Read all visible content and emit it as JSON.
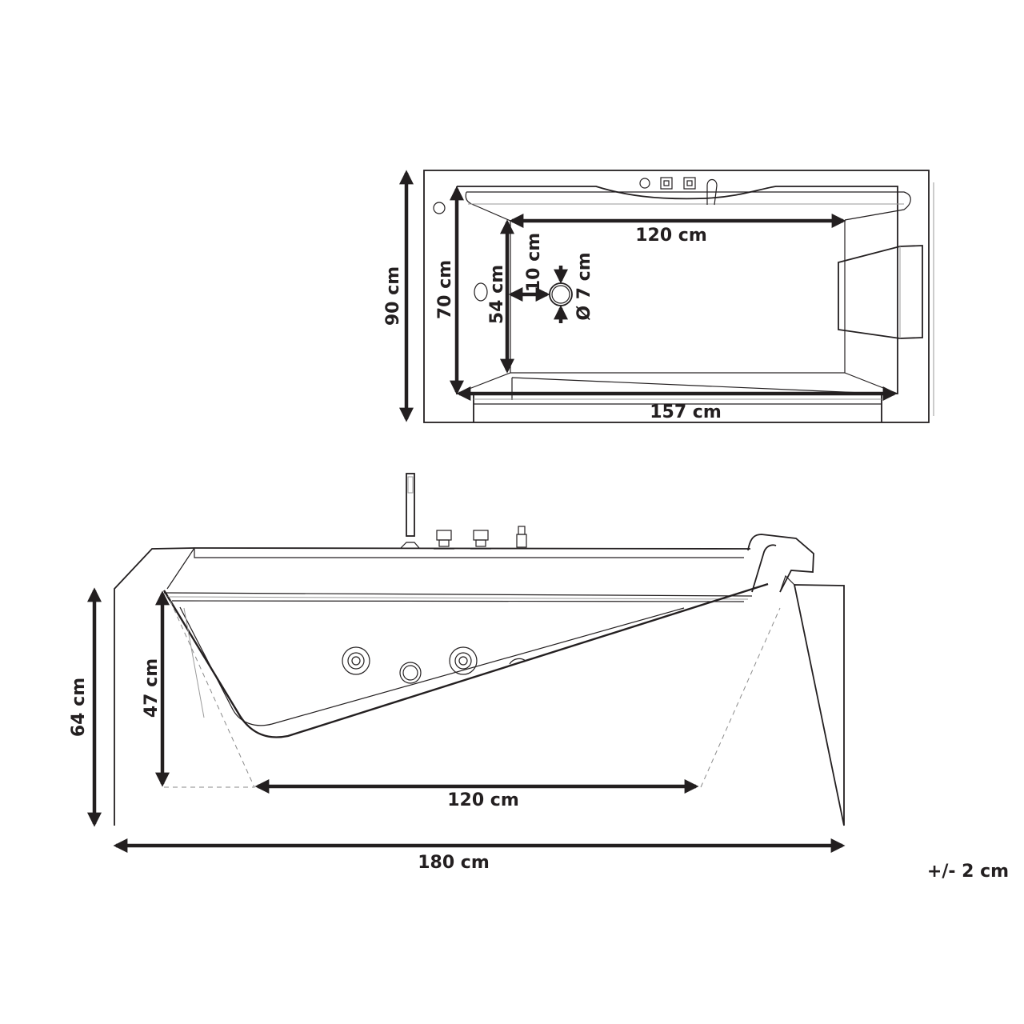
{
  "diagram": {
    "subject": "Rectangular whirlpool bathtub dimension drawing",
    "colors": {
      "line": "#231f20",
      "background": "#ffffff",
      "hidden_line": "#8a8a8a"
    },
    "top_view": {
      "dimensions": {
        "outer_width": "90 cm",
        "inner_width": "70 cm",
        "basin_width": "54 cm",
        "drain_offset": "10 cm",
        "drain_diameter": "Ø 7 cm",
        "basin_length": "120 cm",
        "inner_length": "157 cm"
      }
    },
    "side_view": {
      "dimensions": {
        "total_height": "64 cm",
        "inner_depth": "47 cm",
        "bottom_length": "120 cm",
        "total_length": "180 cm"
      }
    },
    "tolerance": "+/- 2 cm"
  }
}
